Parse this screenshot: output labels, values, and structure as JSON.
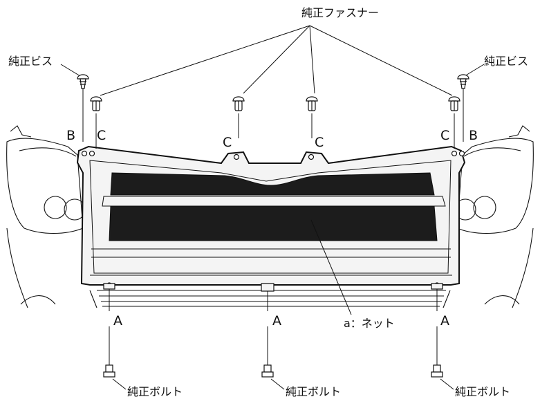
{
  "labels": {
    "genuine_fastener": "純正ファスナー",
    "genuine_screw_left": "純正ビス",
    "genuine_screw_right": "純正ビス",
    "genuine_bolt_left": "純正ボルト",
    "genuine_bolt_center": "純正ボルト",
    "genuine_bolt_right": "純正ボルト",
    "net": "a：ネット"
  },
  "letters": {
    "a": "A",
    "b": "B",
    "c": "C"
  },
  "colors": {
    "line": "#111111",
    "net_fill": "#1c1c1c",
    "grille_fill": "#f4f4f4",
    "background": "#ffffff"
  }
}
